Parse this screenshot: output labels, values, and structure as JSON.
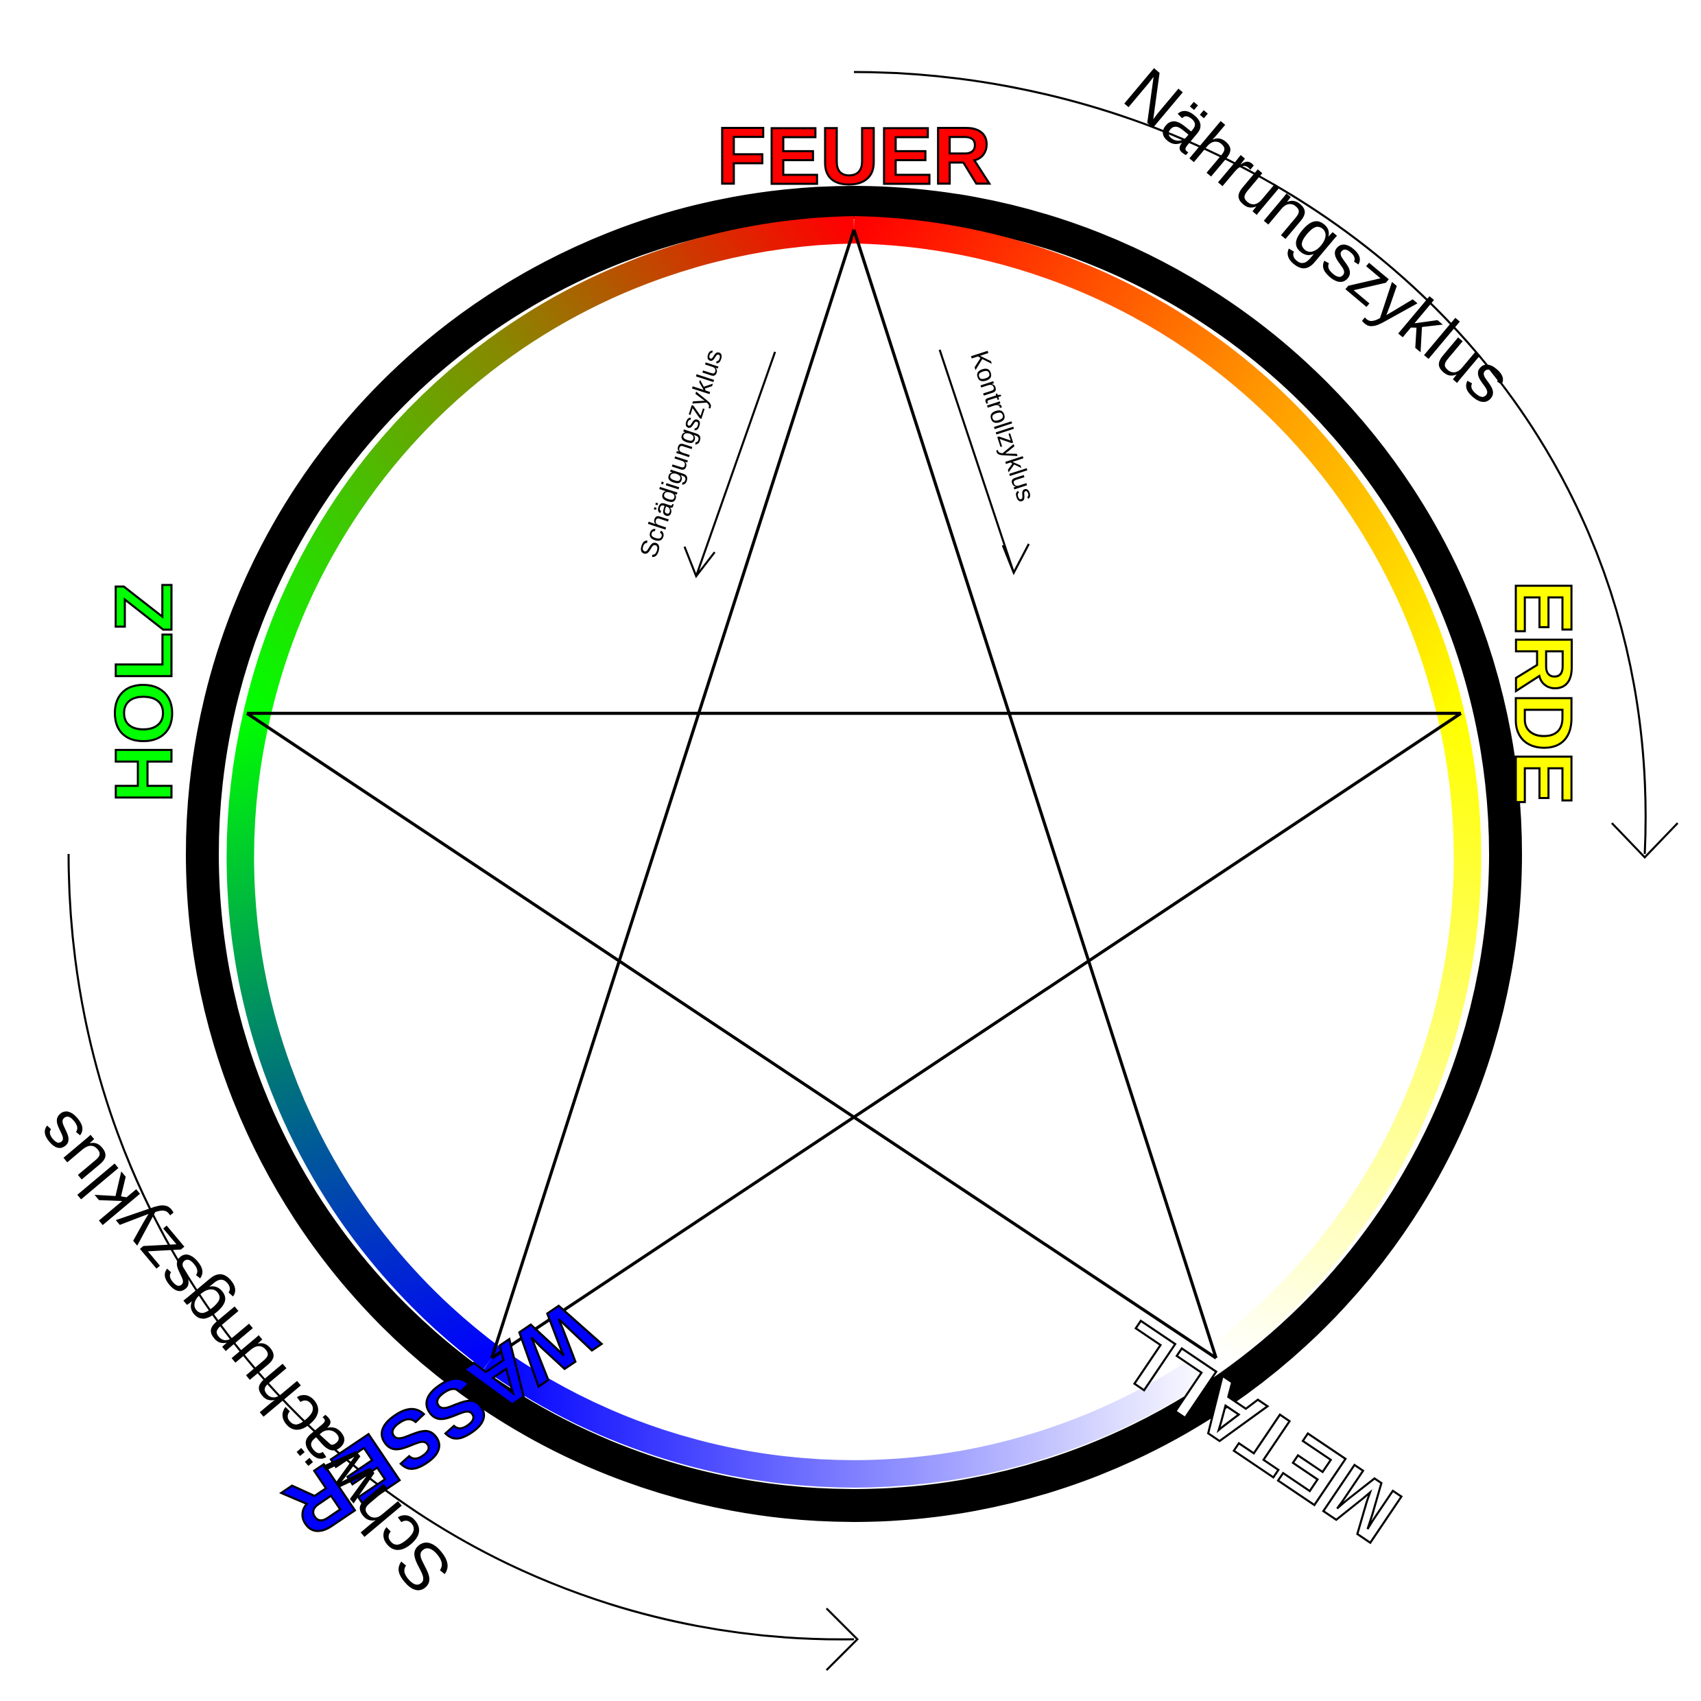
{
  "elements": {
    "feuer": {
      "label": "FEUER",
      "color": "#ff0000"
    },
    "erde": {
      "label": "ERDE",
      "color": "#ffff00"
    },
    "metall": {
      "label": "METALL",
      "color": "#ffffff"
    },
    "wasser": {
      "label": "WASSER",
      "color": "#0000ff"
    },
    "holz": {
      "label": "HOLZ",
      "color": "#00ff00"
    }
  },
  "cycles": {
    "naehrung": "Nährungszyklus",
    "schwaechung": "Schwächungszyklus",
    "schaedigung": "Schädigungszyklus",
    "kontroll": "Kontrollzyklus"
  }
}
